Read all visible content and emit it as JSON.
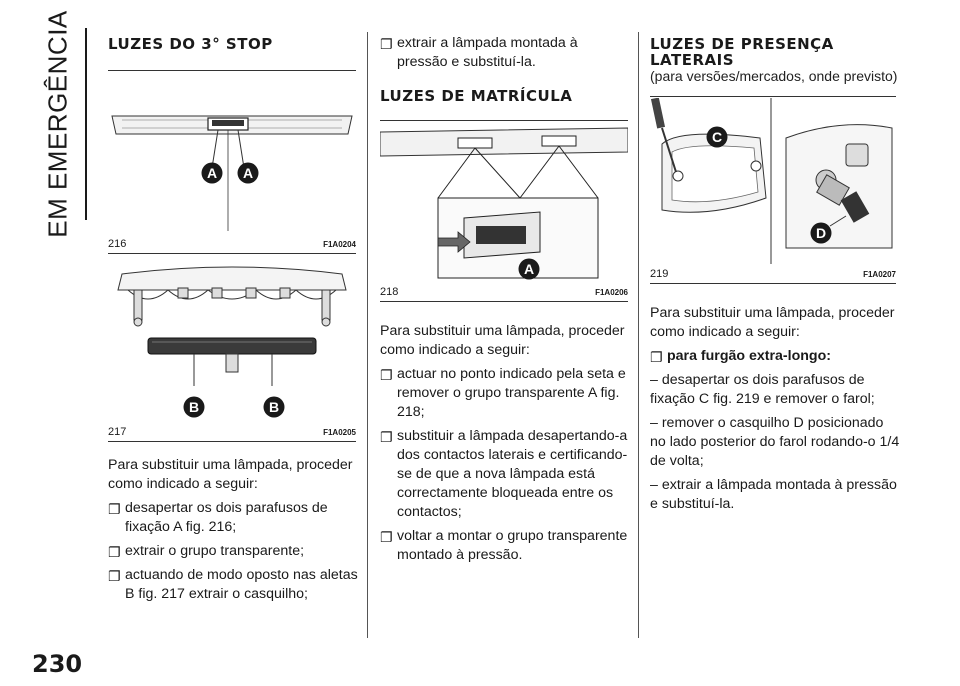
{
  "sidebar": {
    "section_title": "EM EMERGÊNCIA",
    "page_number": "230"
  },
  "col1": {
    "heading": "LUZES DO 3° STOP",
    "fig216": {
      "number": "216",
      "code": "F1A0204",
      "labels": [
        "A",
        "A"
      ]
    },
    "fig217": {
      "number": "217",
      "code": "F1A0205",
      "labels": [
        "B",
        "B"
      ]
    },
    "intro": "Para substituir uma lâmpada, proceder como indicado a seguir:",
    "steps": [
      "desapertar os dois parafusos de fixação A fig. 216;",
      "extrair o grupo transparente;",
      "actuando de modo oposto nas aletas B fig. 217 extrair o casquilho;"
    ]
  },
  "col2": {
    "cont_step": "extrair a lâmpada montada à pressão e substituí-la.",
    "heading": "LUZES DE MATRÍCULA",
    "fig218": {
      "number": "218",
      "code": "F1A0206",
      "label": "A"
    },
    "intro": "Para substituir uma lâmpada, proceder como indicado a seguir:",
    "steps": [
      "actuar no ponto indicado pela seta e remover o grupo transparente A fig. 218;",
      "substituir a lâmpada desapertando-a dos contactos laterais e certificando-se de que a nova lâmpada está correctamente bloqueada entre os contactos;",
      "voltar a montar o grupo transparente montado à pressão."
    ]
  },
  "col3": {
    "heading_line1": "LUZES DE PRESENÇA",
    "heading_line2": "LATERAIS",
    "subheading": "(para versões/mercados, onde previsto)",
    "fig219": {
      "number": "219",
      "code": "F1A0207",
      "labels": [
        "C",
        "D"
      ]
    },
    "intro": "Para substituir uma lâmpada, proceder como indicado a seguir:",
    "bold_step": "para furgão extra-longo:",
    "dash_steps": [
      "– desapertar os dois parafusos de fixação C fig. 219 e remover o farol;",
      "– remover o casquilho D posicionado no lado posterior do farol rodando-o 1/4 de volta;",
      "– extrair a lâmpada montada à pressão e substituí-la."
    ]
  },
  "bullet_glyph": "❐"
}
